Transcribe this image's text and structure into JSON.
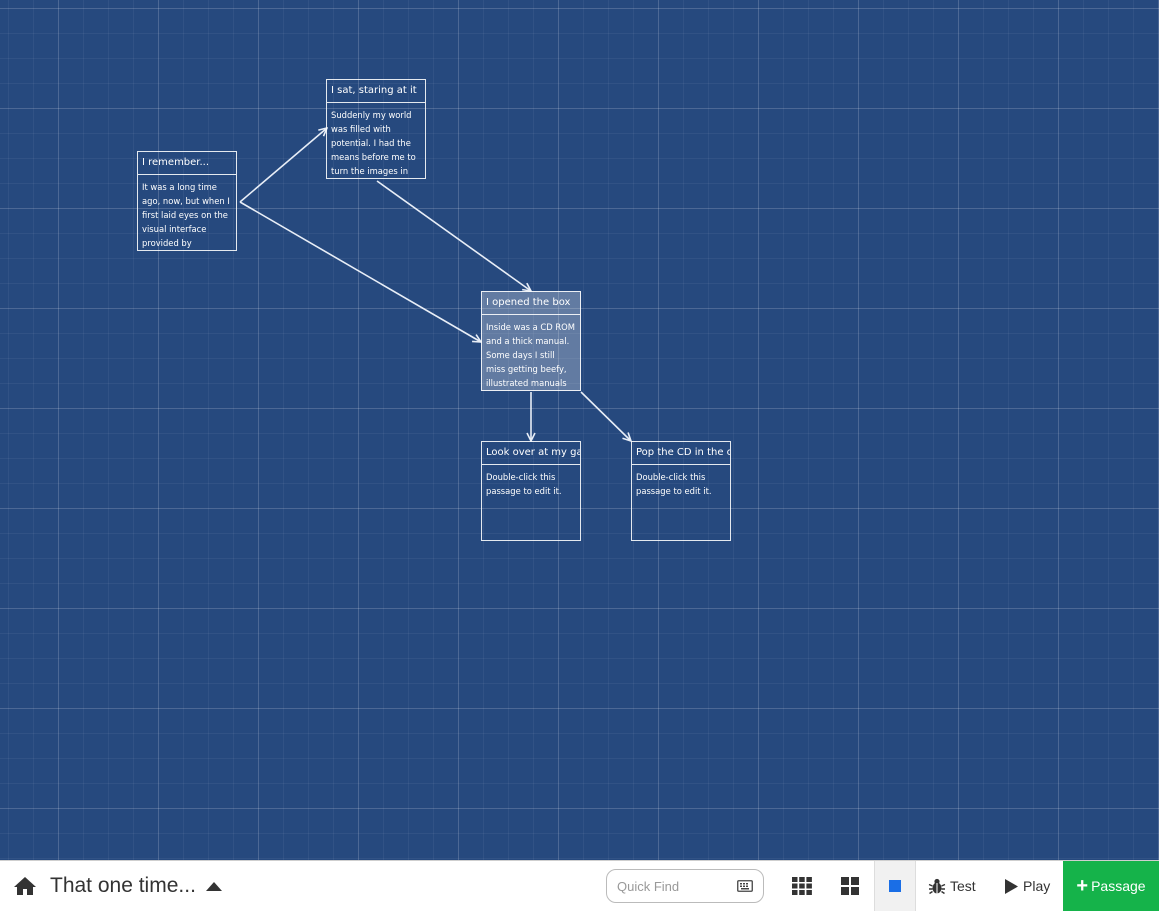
{
  "story": {
    "title": "That one time..."
  },
  "passages": [
    {
      "id": "p1",
      "title": "I remember...",
      "excerpt": "It was a long time ago, now, but when I first laid eyes on the visual interface provided by",
      "selected": false
    },
    {
      "id": "p2",
      "title": "I sat, staring at it",
      "excerpt": "Suddenly my world was filled with potential. I had the means before me to turn the images in my",
      "selected": false
    },
    {
      "id": "p3",
      "title": "I opened the box",
      "excerpt": "Inside was a CD ROM and a thick manual. Some days I still miss getting beefy, illustrated manuals",
      "selected": true
    },
    {
      "id": "p4",
      "title": "Look over at my game",
      "excerpt": "Double-click this passage to edit it.",
      "selected": false
    },
    {
      "id": "p5",
      "title": "Pop the CD in the computer",
      "excerpt": "Double-click this passage to edit it.",
      "selected": false
    }
  ],
  "links": [
    {
      "from": "I remember...",
      "to": "I sat, staring at it"
    },
    {
      "from": "I remember...",
      "to": "I opened the box"
    },
    {
      "from": "I sat, staring at it",
      "to": "I opened the box"
    },
    {
      "from": "I opened the box",
      "to": "Look over at my game"
    },
    {
      "from": "I opened the box",
      "to": "Pop the CD in the computer"
    }
  ],
  "toolbar": {
    "home_icon": "home-icon",
    "quick_find_placeholder": "Quick Find",
    "zoom_levels": [
      "zoom-titles-excerpts-icon",
      "zoom-titles-icon",
      "zoom-structure-icon"
    ],
    "active_zoom": 3,
    "test_label": "Test",
    "play_label": "Play",
    "passage_label": "Passage"
  },
  "colors": {
    "canvas": "#26497e",
    "passage_border": "#ffffff",
    "add_passage_button": "#15b34a",
    "active_zoom_indicator": "#1a6ee6"
  }
}
